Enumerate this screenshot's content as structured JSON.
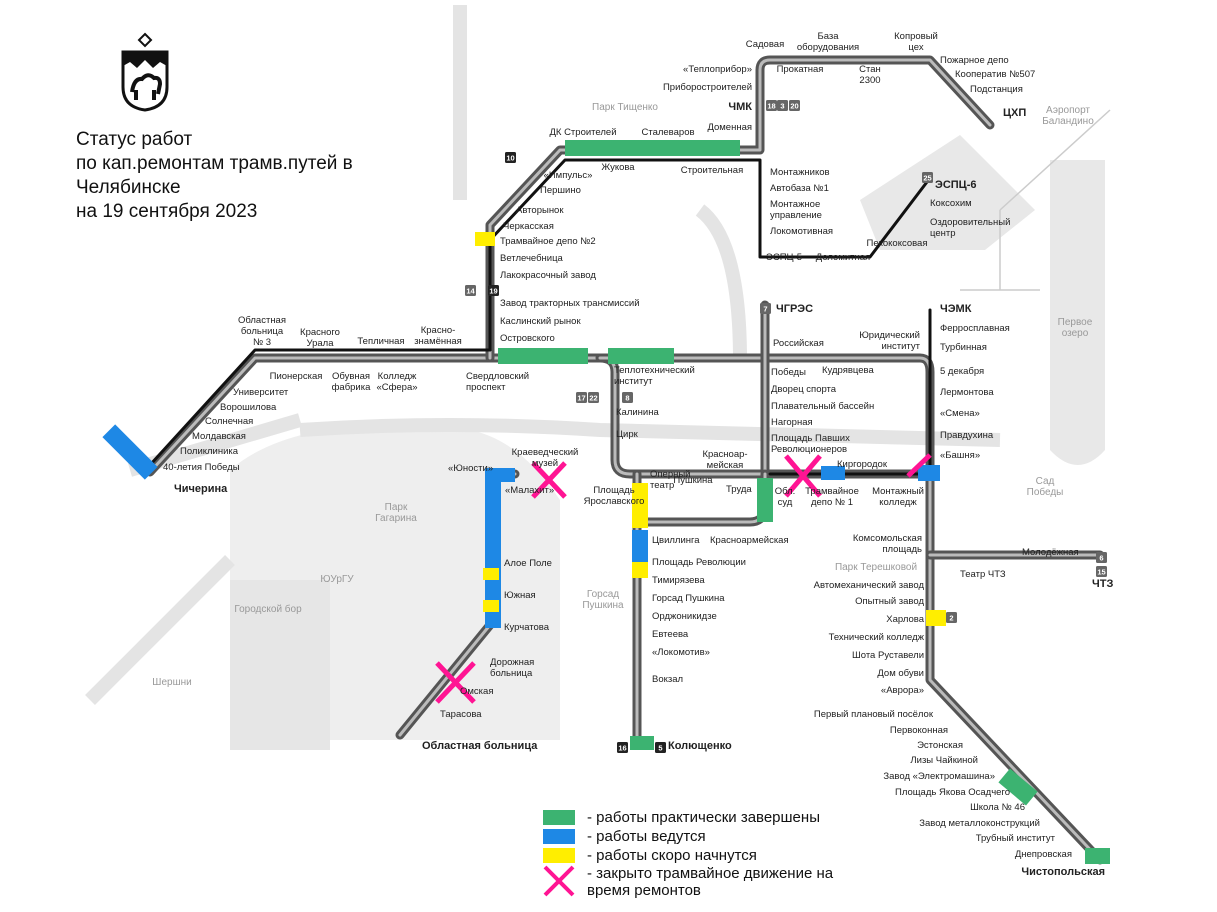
{
  "title": {
    "lines": [
      "Статус работ",
      "по кап.ремонтам трамв.путей в",
      "Челябинске",
      "на 19 сентября 2023"
    ]
  },
  "legend": {
    "items": [
      {
        "color": "#3cb371",
        "label": "- работы практически завершены"
      },
      {
        "color": "#1e88e5",
        "label": "- работы ведутся"
      },
      {
        "color": "#ffee00",
        "label": "- работы скоро начнутся"
      },
      {
        "color": "#ff1493",
        "label": "- закрыто трамвайное движение на время ремонтов",
        "icon": "cross-icon"
      }
    ]
  },
  "colors": {
    "done": "#3cb371",
    "in_progress": "#1e88e5",
    "soon": "#ffee00",
    "closed": "#ff1493"
  },
  "stations": [
    "Садовая",
    "База\nоборудования",
    "Копровый\nцех",
    "Пожарное депо",
    "Кооператив №507",
    "Подстанция",
    "ЦХП",
    "«Теплоприбор»",
    "Приборостроителей",
    "ЧМК",
    "Доменная",
    "Прокатная",
    "Стан\n2300",
    "ДК Строителей",
    "Сталеваров",
    "«Импульс»",
    "Жукова",
    "Строительная",
    "Першино",
    "Авторынок",
    "Черкасская",
    "Трамвайное депо №2",
    "Ветлечебница",
    "Лакокрасочный завод",
    "Завод тракторных трансмиссий",
    "Каслинский рынок",
    "Островского",
    "Монтажников",
    "Автобаза №1",
    "Монтажное\nуправление",
    "Локомотивная",
    "ЭСПЦ-5",
    "Доломитная",
    "ЭСПЦ-6",
    "Коксохим",
    "Оздоровительный\nцентр",
    "Пекококсовая",
    "Областная\nбольница\n№ 3",
    "Красного\nУрала",
    "Тепличная",
    "Красно-\nзнамённая",
    "Пионерская",
    "Обувная\nфабрика",
    "Колледж\n«Сфера»",
    "Свердловский\nпроспект",
    "Университет",
    "Ворошилова",
    "Солнечная",
    "Молдавская",
    "Поликлиника",
    "40-летия Победы",
    "Чичерина",
    "Теплотехнический\nинститут",
    "Калинина",
    "Цирк",
    "ЧГРЭС",
    "Российская",
    "Юридический\nинститут",
    "ЧЭМК",
    "Победы",
    "Кудрявцева",
    "Дворец спорта",
    "Плавательный бассейн",
    "Нагорная",
    "Площадь Павших\nРеволюционеров",
    "Ферросплавная",
    "Турбинная",
    "5 декабря",
    "Лермонтова",
    "«Смена»",
    "Правдухина",
    "«Башня»",
    "Краеведческий\nмузей",
    "«Юности»",
    "«Малахит»",
    "Площадь\nЯрославского",
    "Красноар-\nмейская",
    "Пушкина",
    "Труда",
    "Обл.\nсуд",
    "Трамвайное\nдепо № 1",
    "Киргородок",
    "Монтажный\nколледж",
    "Оперный\nтеатр",
    "Цвиллинга",
    "Красноармейская",
    "Площадь Революции",
    "Тимирязева",
    "Горсад Пушкина",
    "Орджоникидзе",
    "Евтеева",
    "«Локомотив»",
    "Вокзал",
    "Колющенко",
    "Алое Поле",
    "Южная",
    "Курчатова",
    "Дорожная\nбольница",
    "Омская",
    "Тарасова",
    "Областная больница",
    "Комсомольская\nплощадь",
    "Театр ЧТЗ",
    "Молодёжная",
    "ЧТЗ",
    "Автомеханический завод",
    "Опытный завод",
    "Харлова",
    "Технический колледж",
    "Шота Руставели",
    "Дом обуви",
    "«Аврора»",
    "Первый плановый посёлок",
    "Первоконная",
    "Эстонская",
    "Лизы Чайкиной",
    "Завод «Электромашина»",
    "Площадь Якова Осадчего",
    "Школа № 46",
    "Завод металлоконструкций",
    "Трубный институт",
    "Днепровская",
    "Чистопольская"
  ],
  "places": [
    "Парк Тищенко",
    "Парк\nГагарина",
    "Городской бор",
    "Шершни",
    "Парк Терешковой",
    "Сад\nПобеды",
    "Первое\nозеро",
    "Горсад\nПушкина",
    "ЮУрГУ",
    "Аэропорт\nБаландино"
  ],
  "route_numbers": [
    "18",
    "3",
    "20",
    "10",
    "14",
    "25",
    "17",
    "22",
    "16",
    "5",
    "7",
    "15",
    "6",
    "2",
    "19",
    "8"
  ]
}
